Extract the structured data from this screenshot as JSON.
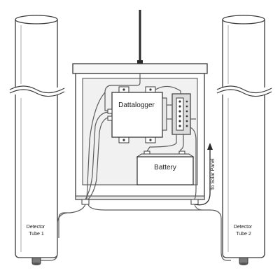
{
  "labels": {
    "datalogger": "Dattalogger",
    "battery": "Battery",
    "solar_panel": "To Solar Panel",
    "detector_tube_1": [
      "Detector",
      "Tube 1"
    ],
    "detector_tube_2": [
      "Detector",
      "Tube 2"
    ]
  },
  "colors": {
    "outline": "#3a3a3a",
    "tube_fill": "#ffffff",
    "enclosure_back": "#f1f1f1",
    "lid_fill": "#f7f7f7",
    "component_fill": "#ffffff",
    "terminal_block": "#dcdcdc",
    "wire": "#5a5a5a",
    "cap": "#7a7a7a"
  }
}
